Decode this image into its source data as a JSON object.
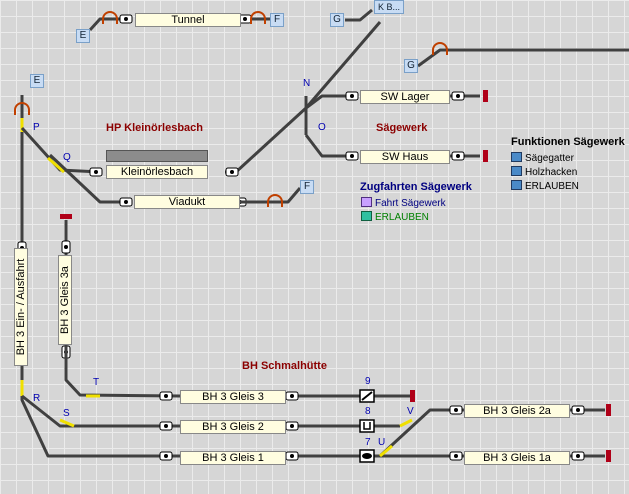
{
  "areas": {
    "hp_title": "HP Kleinörlesbach",
    "saegewerk_title": "Sägewerk",
    "bh_title": "BH Schmalhütte"
  },
  "blocks": {
    "tunnel": "Tunnel",
    "sw_lager": "SW Lager",
    "sw_haus": "SW Haus",
    "kleinoerlesbach": "Kleinörlesbach",
    "viadukt": "Viadukt",
    "ausfahrt": "BH 3 Ein- / Ausfahrt",
    "gleis3a": "BH 3 Gleis 3a",
    "gleis3": "BH 3 Gleis 3",
    "gleis2": "BH 3 Gleis 2",
    "gleis1": "BH 3 Gleis 1",
    "gleis2a": "BH 3 Gleis 2a",
    "gleis1a": "BH 3 Gleis 1a"
  },
  "tags": {
    "e_top": "E",
    "f_top": "F",
    "g_top": "G",
    "k_top": "K B...",
    "g_right": "G",
    "e_left": "E",
    "f_mid": "F"
  },
  "switch_labels": {
    "n": "N",
    "o": "O",
    "p": "P",
    "q": "Q",
    "r": "R",
    "s": "S",
    "t": "T",
    "u": "U",
    "v": "V"
  },
  "signal_numbers": {
    "s9": "9",
    "s8": "8",
    "s7": "7"
  },
  "panel_zugfahrten": {
    "title": "Zugfahrten Sägewerk",
    "items": [
      "Fahrt Sägewerk",
      "ERLAUBEN"
    ]
  },
  "panel_funktionen": {
    "title": "Funktionen Sägewerk",
    "items": [
      "Sägegatter",
      "Holzhacken",
      "ERLAUBEN"
    ]
  },
  "colors": {
    "track": "#404040",
    "switch": "#f0e000",
    "buffer": "#b00018",
    "tag": "#c8dcf4"
  }
}
